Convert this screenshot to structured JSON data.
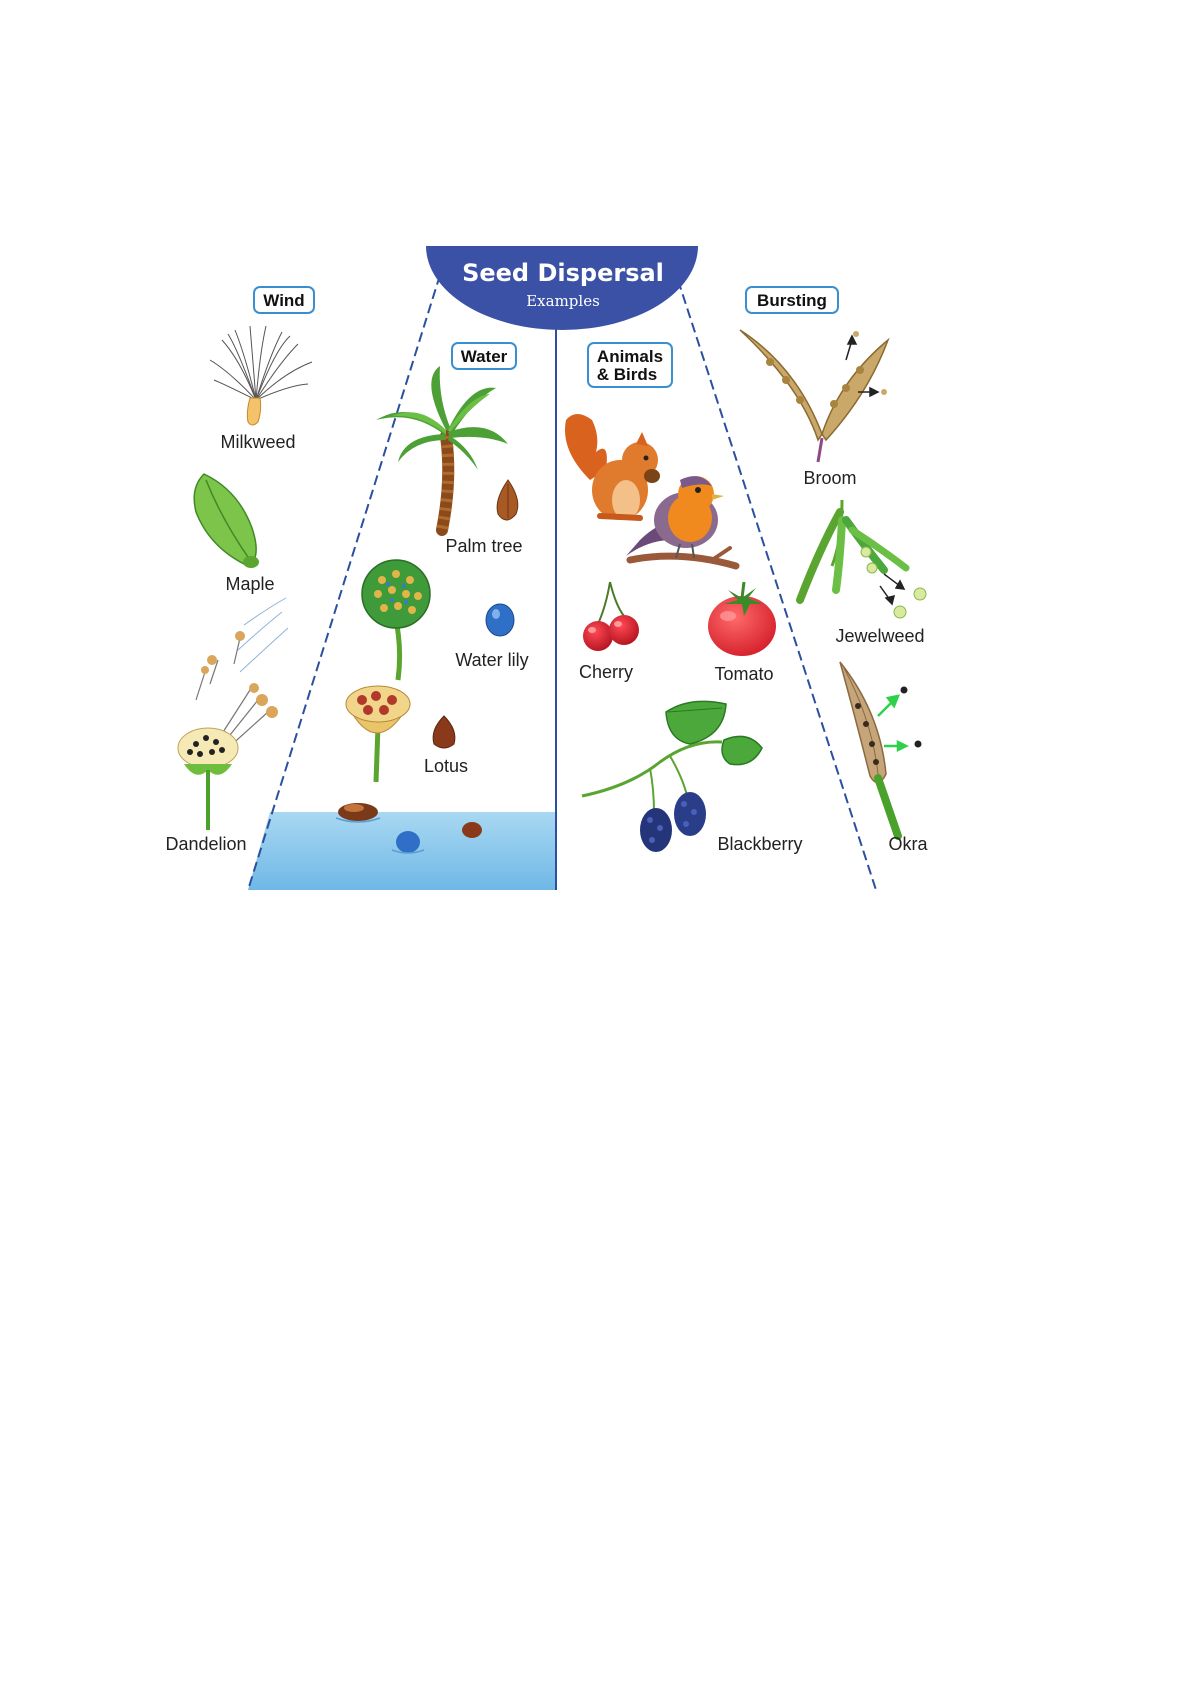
{
  "header": {
    "title": "Seed Dispersal",
    "subtitle": "Examples",
    "color": "#3a51a6"
  },
  "categories": {
    "wind": "Wind",
    "water": "Water",
    "animals": {
      "line1": "Animals",
      "line2": "& Birds"
    },
    "bursting": "Bursting"
  },
  "items": {
    "milkweed": "Milkweed",
    "maple": "Maple",
    "dandelion": "Dandelion",
    "palm_tree": "Palm tree",
    "water_lily": "Water lily",
    "lotus": "Lotus",
    "cherry": "Cherry",
    "tomato": "Tomato",
    "blackberry": "Blackberry",
    "broom": "Broom",
    "jewelweed": "Jewelweed",
    "okra": "Okra"
  },
  "colors": {
    "divider": "#2c4fa0",
    "label_border": "#3a8fd0",
    "water": "#8ec9ec",
    "leaf_green": "#59a83a",
    "fruit_red": "#d8232f",
    "berry_blue": "#24357a"
  },
  "icons": [
    "milkweed-seed-icon",
    "maple-seed-icon",
    "dandelion-icon",
    "palm-tree-icon",
    "coconut-icon",
    "water-lily-pod-icon",
    "water-lily-seed-icon",
    "lotus-pod-icon",
    "lotus-seed-icon",
    "floating-seeds-icon",
    "squirrel-icon",
    "robin-icon",
    "cherry-icon",
    "tomato-icon",
    "blackberry-icon",
    "broom-pod-icon",
    "jewelweed-pod-icon",
    "okra-pod-icon"
  ]
}
